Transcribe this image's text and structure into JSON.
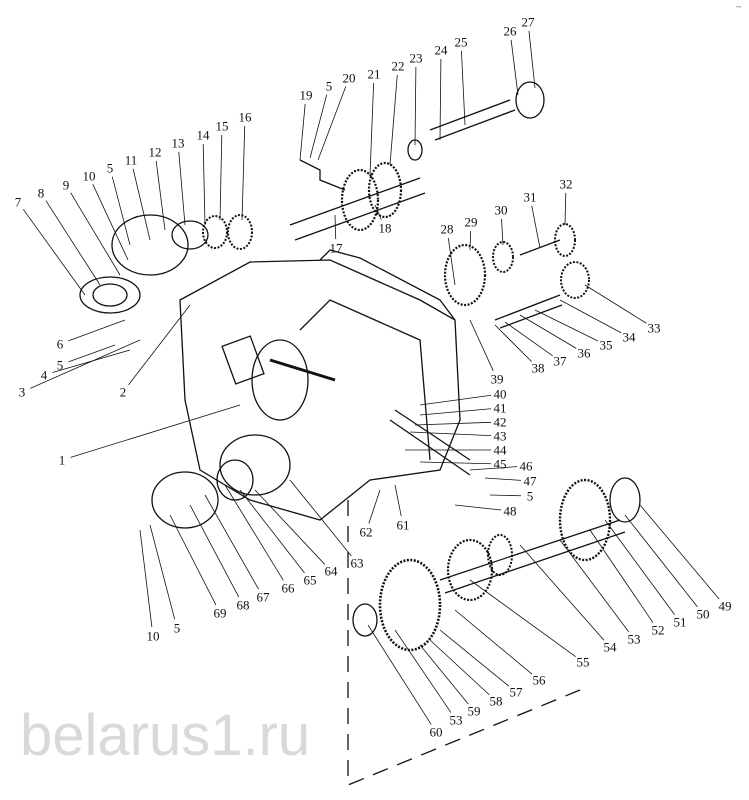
{
  "diagram": {
    "title_mark": "~",
    "watermark": "belarus1.ru",
    "part_labels": [
      "27",
      "26",
      "25",
      "24",
      "23",
      "22",
      "21",
      "20",
      "5",
      "19",
      "16",
      "15",
      "14",
      "13",
      "12",
      "11",
      "5",
      "10",
      "9",
      "8",
      "7",
      "18",
      "17",
      "28",
      "29",
      "30",
      "31",
      "32",
      "33",
      "34",
      "35",
      "36",
      "37",
      "38",
      "39",
      "40",
      "41",
      "42",
      "43",
      "44",
      "45",
      "46",
      "47",
      "5",
      "48",
      "49",
      "50",
      "51",
      "52",
      "53",
      "54",
      "55",
      "56",
      "57",
      "58",
      "59",
      "53",
      "60",
      "6",
      "5",
      "4",
      "3",
      "2",
      "1",
      "62",
      "61",
      "63",
      "64",
      "65",
      "66",
      "67",
      "68",
      "69",
      "5",
      "10"
    ]
  }
}
